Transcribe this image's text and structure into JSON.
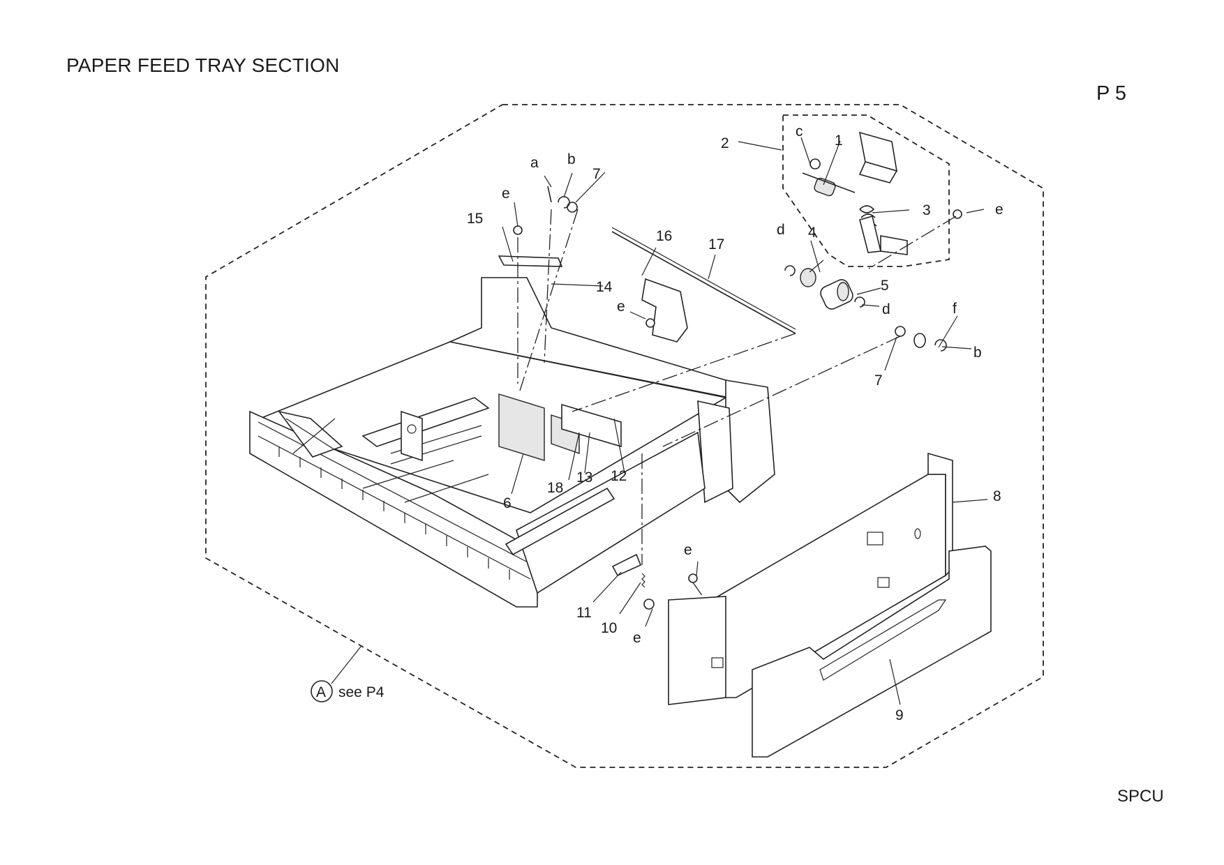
{
  "header": {
    "title": "PAPER FEED TRAY SECTION",
    "page": "P 5"
  },
  "footer": {
    "code": "SPCU"
  },
  "reference": {
    "circle_letter": "A",
    "text": "see P4"
  },
  "callouts": {
    "n1": "1",
    "n2": "2",
    "n3": "3",
    "n4": "4",
    "n5": "5",
    "n6": "6",
    "n7a": "7",
    "n7b": "7",
    "n8": "8",
    "n9": "9",
    "n10": "10",
    "n11": "11",
    "n12": "12",
    "n13": "13",
    "n14": "14",
    "n15": "15",
    "n16": "16",
    "n17": "17",
    "n18": "18",
    "a": "a",
    "b1": "b",
    "b2": "b",
    "c": "c",
    "d1": "d",
    "d2": "d",
    "e1": "e",
    "e2": "e",
    "e3": "e",
    "e4": "e",
    "e5": "e",
    "f": "f"
  }
}
